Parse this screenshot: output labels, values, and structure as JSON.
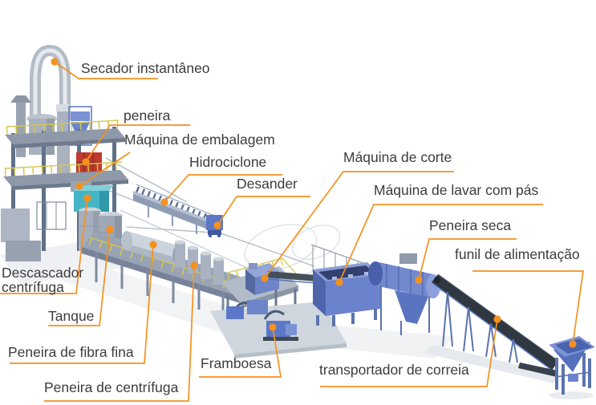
{
  "diagram": {
    "type": "machinery-flow-diagram",
    "language": "pt",
    "accent_color": "#f5911e",
    "label_color": "#3c3c3c",
    "background_color": "#ffffff",
    "labels": [
      {
        "id": "secador-instantaneo",
        "text": "Secador instantâneo"
      },
      {
        "id": "peneira",
        "text": "peneira"
      },
      {
        "id": "maquina-de-embalagem",
        "text": "Máquina de embalagem"
      },
      {
        "id": "hidrociclone",
        "text": "Hidrociclone"
      },
      {
        "id": "desander",
        "text": "Desander"
      },
      {
        "id": "maquina-de-corte",
        "text": "Máquina de corte"
      },
      {
        "id": "maquina-de-lavar-com-pas",
        "text": "Máquina de lavar com pás"
      },
      {
        "id": "peneira-seca",
        "text": "Peneira seca"
      },
      {
        "id": "funil-de-alimentacao",
        "text": "funil de alimentação"
      },
      {
        "id": "descascador-centrifuga",
        "text": "Descascador centrífuga"
      },
      {
        "id": "tanque",
        "text": "Tanque"
      },
      {
        "id": "peneira-de-fibra-fina",
        "text": "Peneira de fibra fina"
      },
      {
        "id": "peneira-de-centrifuga",
        "text": "Peneira de centrífuga"
      },
      {
        "id": "framboesa",
        "text": "Framboesa"
      },
      {
        "id": "transportador-de-correia",
        "text": "transportador de correia"
      }
    ]
  }
}
